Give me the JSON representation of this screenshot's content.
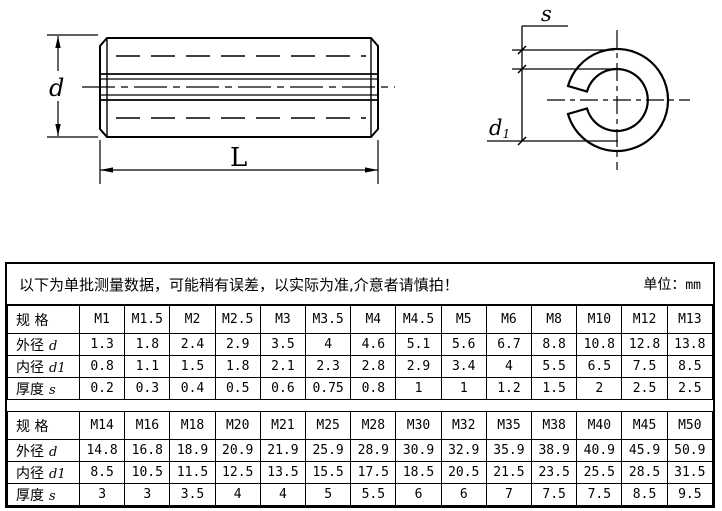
{
  "drawing": {
    "side_view": {
      "label_d": "d",
      "label_L": "L"
    },
    "end_view": {
      "label_s": "s",
      "label_d1": "d",
      "label_d1_sub": "1"
    }
  },
  "table": {
    "notice": "以下为单批测量数据，可能稍有误差，以实际为准,介意者请慎拍！",
    "unit_prefix": "单位：",
    "unit_value": "mm",
    "row_labels": {
      "spec": "规 格",
      "outer": "外径",
      "outer_sym": "d",
      "inner": "内径",
      "inner_sym": "d1",
      "thickness": "厚度",
      "thickness_sym": "s"
    },
    "groups": [
      {
        "specs": [
          "M1",
          "M1.5",
          "M2",
          "M2.5",
          "M3",
          "M3.5",
          "M4",
          "M4.5",
          "M5",
          "M6",
          "M8",
          "M10",
          "M12",
          "M13"
        ],
        "outer_d": [
          "1.3",
          "1.8",
          "2.4",
          "2.9",
          "3.5",
          "4",
          "4.6",
          "5.1",
          "5.6",
          "6.7",
          "8.8",
          "10.8",
          "12.8",
          "13.8"
        ],
        "inner_d1": [
          "0.8",
          "1.1",
          "1.5",
          "1.8",
          "2.1",
          "2.3",
          "2.8",
          "2.9",
          "3.4",
          "4",
          "5.5",
          "6.5",
          "7.5",
          "8.5"
        ],
        "thickness_s": [
          "0.2",
          "0.3",
          "0.4",
          "0.5",
          "0.6",
          "0.75",
          "0.8",
          "1",
          "1",
          "1.2",
          "1.5",
          "2",
          "2.5",
          "2.5"
        ]
      },
      {
        "specs": [
          "M14",
          "M16",
          "M18",
          "M20",
          "M21",
          "M25",
          "M28",
          "M30",
          "M32",
          "M35",
          "M38",
          "M40",
          "M45",
          "M50"
        ],
        "outer_d": [
          "14.8",
          "16.8",
          "18.9",
          "20.9",
          "21.9",
          "25.9",
          "28.9",
          "30.9",
          "32.9",
          "35.9",
          "38.9",
          "40.9",
          "45.9",
          "50.9"
        ],
        "inner_d1": [
          "8.5",
          "10.5",
          "11.5",
          "12.5",
          "13.5",
          "15.5",
          "17.5",
          "18.5",
          "20.5",
          "21.5",
          "23.5",
          "25.5",
          "28.5",
          "31.5"
        ],
        "thickness_s": [
          "3",
          "3",
          "3.5",
          "4",
          "4",
          "5",
          "5.5",
          "6",
          "6",
          "7",
          "7.5",
          "7.5",
          "8.5",
          "9.5"
        ]
      }
    ]
  }
}
